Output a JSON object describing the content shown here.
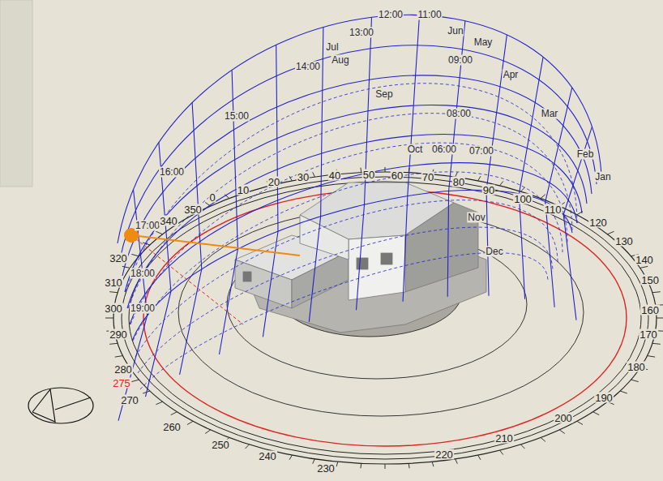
{
  "diagram": {
    "labels": [
      "12:00",
      "11:00",
      "13:00",
      "Jun",
      "May",
      "Jul",
      "Aug",
      "14:00",
      "09:00",
      "Apr",
      "Sep",
      "08:00",
      "Mar",
      "15:00",
      "07:00",
      "Oct",
      "06:00",
      "Feb",
      "Jan",
      "16:00",
      "17:00",
      "18:00",
      "19:00",
      "Nov",
      "Dec",
      "0",
      "10",
      "20",
      "30",
      "40",
      "50",
      "60",
      "70",
      "80",
      "90",
      "100",
      "110",
      "120",
      "130",
      "140",
      "150",
      "160",
      "170",
      "180",
      "190",
      "200",
      "210",
      "220",
      "230",
      "240",
      "250",
      "260",
      "270",
      "275",
      "280",
      "290",
      "300",
      "310",
      "320",
      "340",
      "350"
    ]
  }
}
